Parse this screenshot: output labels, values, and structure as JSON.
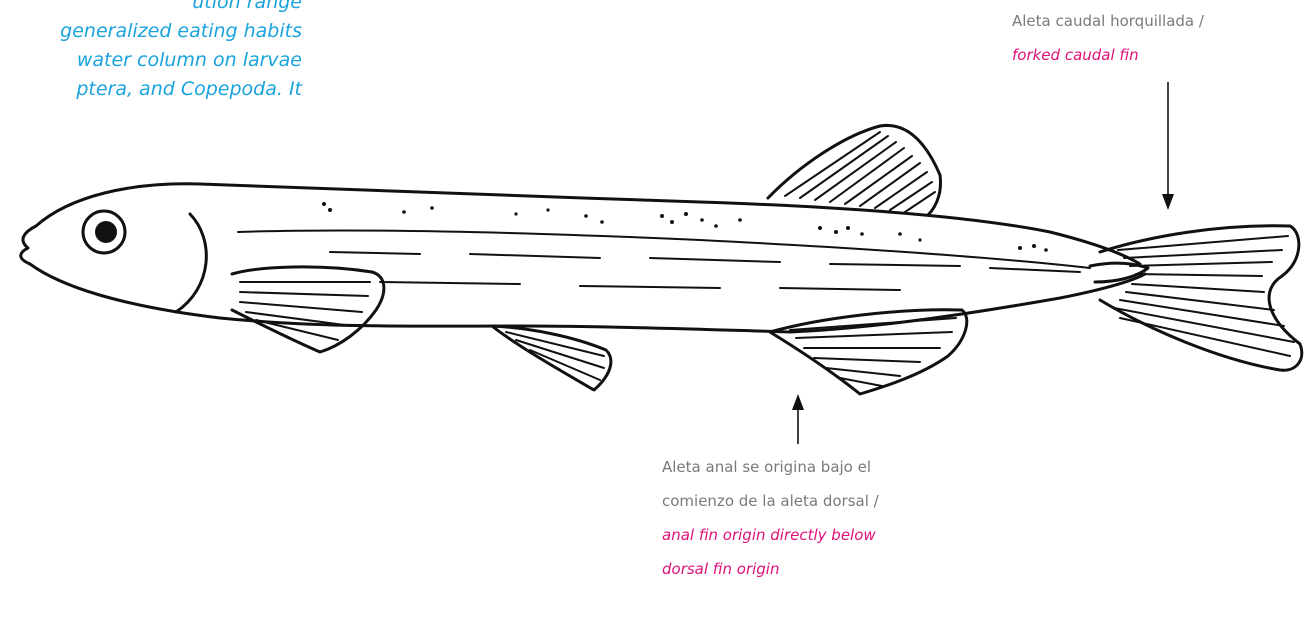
{
  "background_text": {
    "lines": [
      "ution range",
      "generalized eating habits",
      "water column on larvae",
      "ptera, and Copepoda. It"
    ],
    "color": "#1aa3dd"
  },
  "labels": {
    "caudal": {
      "es": "Aleta caudal horquillada /",
      "en": "forked caudal fin"
    },
    "anal": {
      "es_line1": "Aleta anal se origina bajo el",
      "es_line2": "comienzo de la aleta dorsal /",
      "en_line1": "anal fin origin directly below",
      "en_line2": "dorsal fin origin"
    }
  },
  "colors": {
    "spanish_text": "#7a7a7a",
    "english_text": "#e0117a",
    "ink": "#111111"
  },
  "illustration": {
    "subject": "fish-line-drawing"
  }
}
